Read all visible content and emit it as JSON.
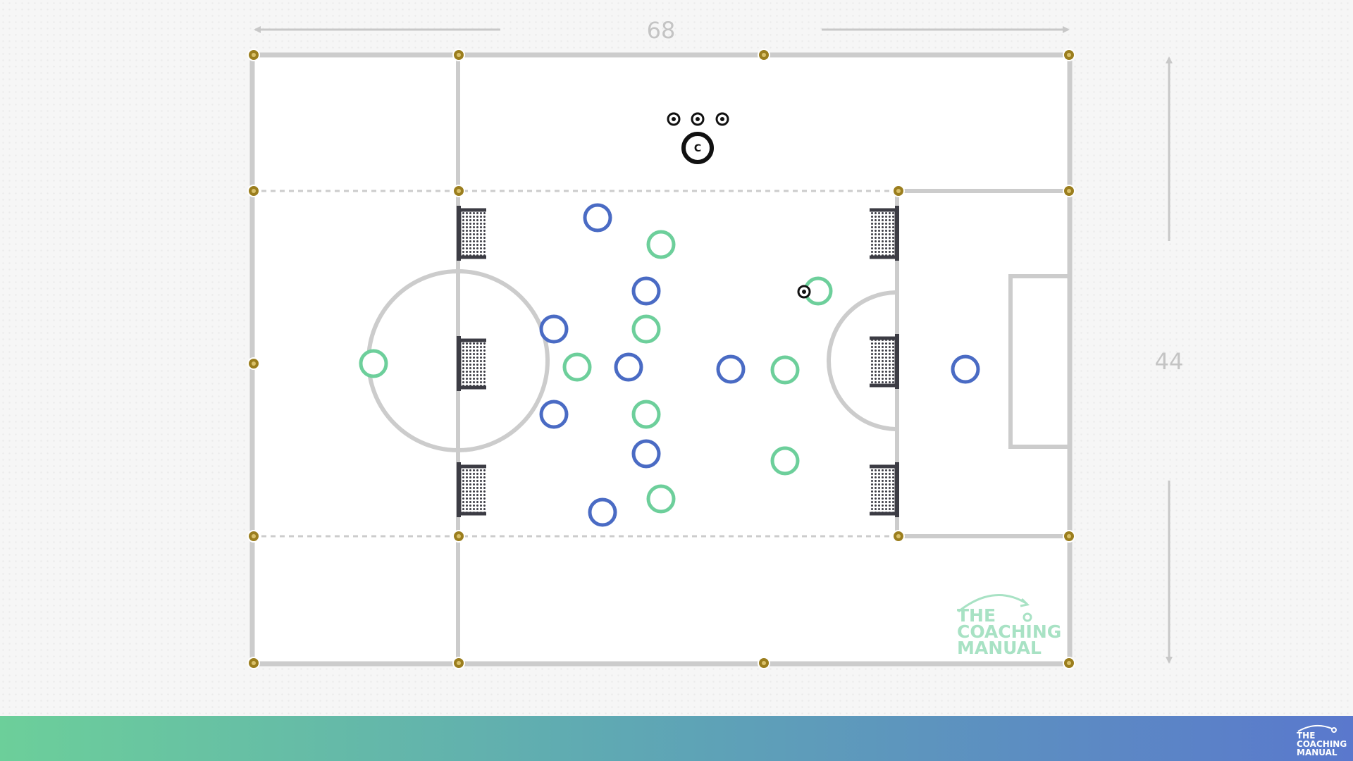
{
  "diagram": {
    "width_label": "68",
    "height_label": "44",
    "watermark": {
      "line1": "THE",
      "line2": "COACHING",
      "line3": "MANUAL"
    },
    "coach": {
      "label": "C"
    },
    "colors": {
      "line": "#cccccc",
      "team_blue": "#4a6bc4",
      "team_green": "#6dcf9b",
      "cone": "#9b7e1e",
      "goal": "#3c3c44"
    }
  },
  "footer": {
    "logo": {
      "line1": "THE",
      "line2": "COACHING",
      "line3": "MANUAL"
    }
  }
}
